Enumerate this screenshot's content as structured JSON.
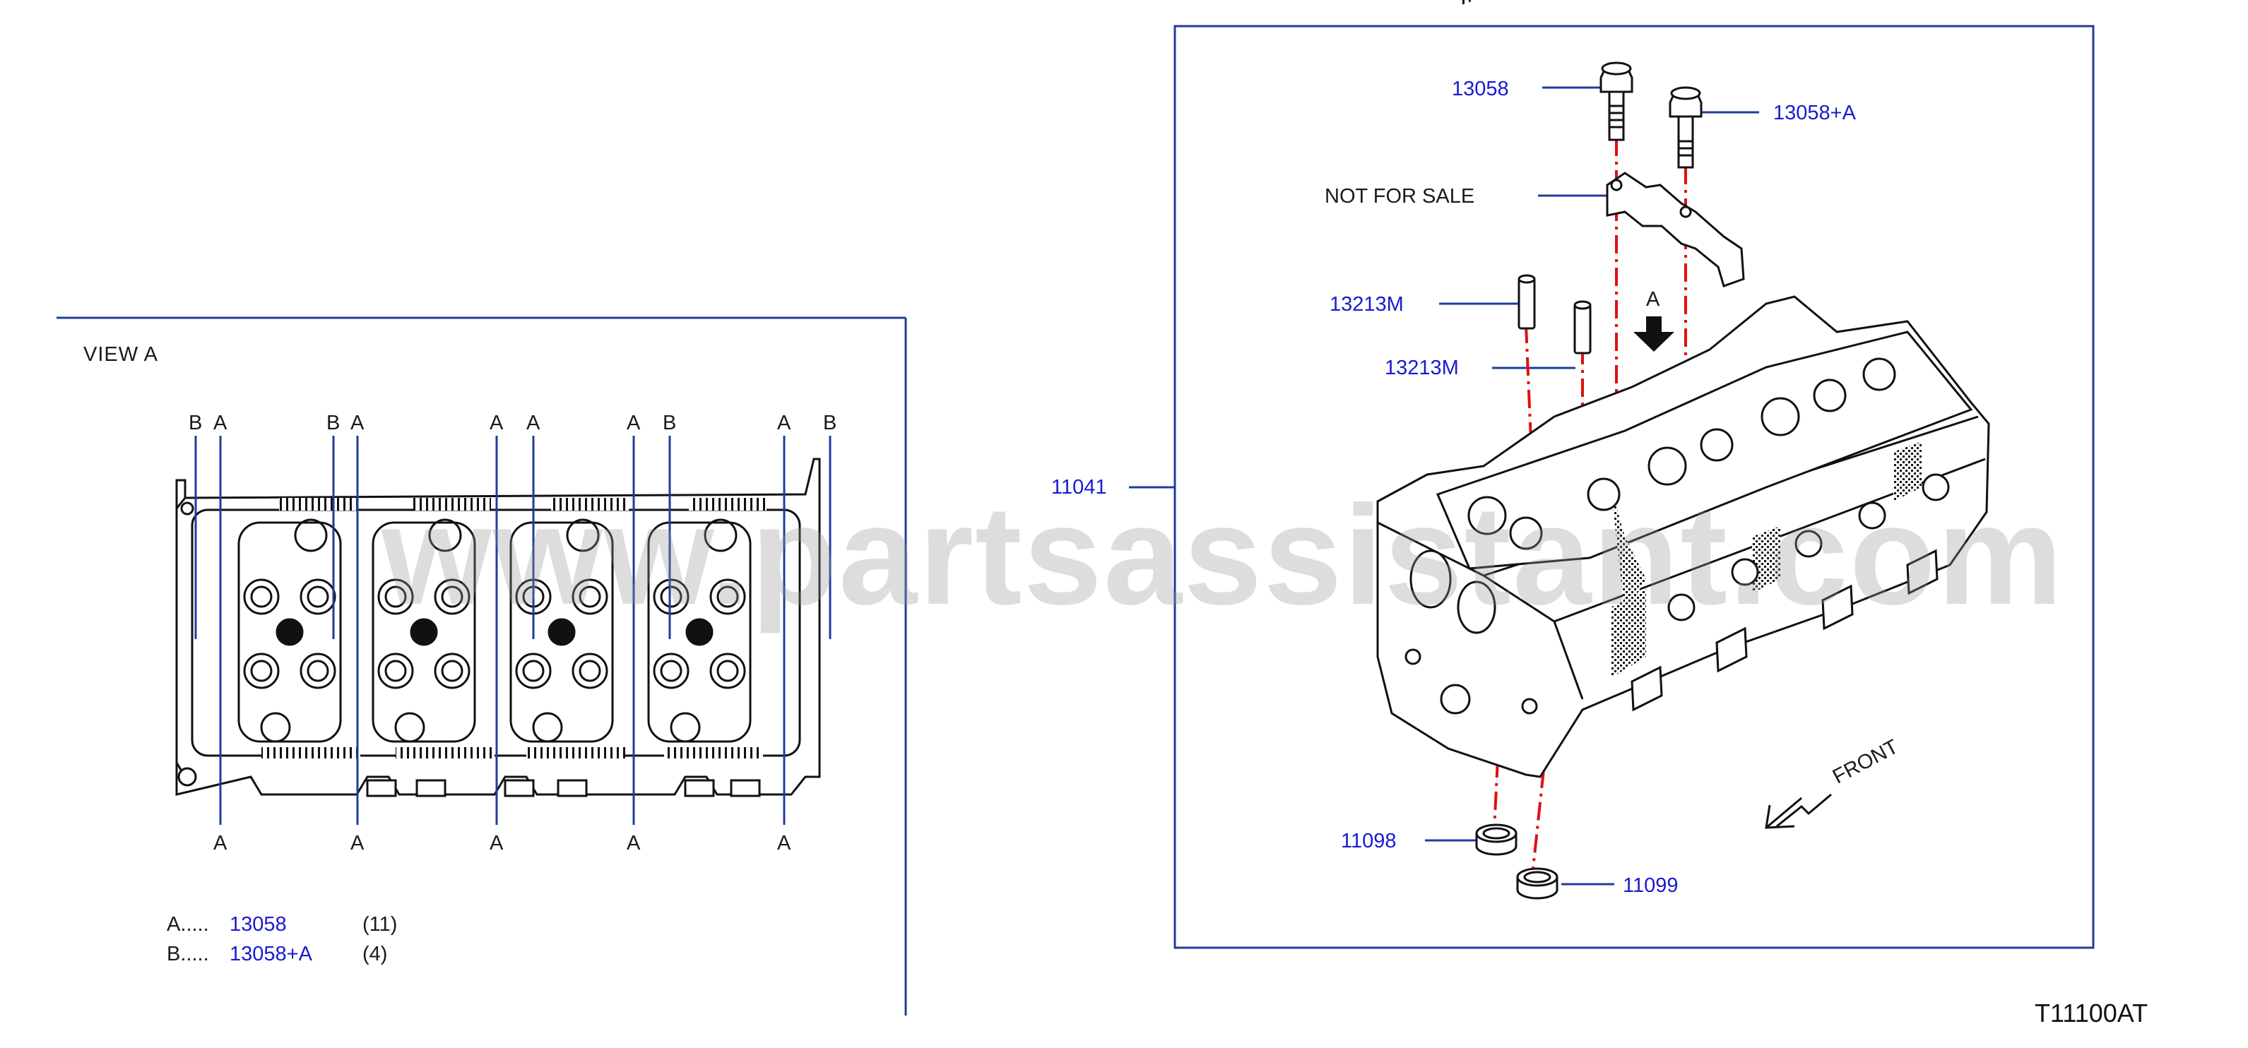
{
  "watermark": "www.partsassistant.com",
  "view_a": {
    "title": "VIEW   A",
    "top_letters": [
      "B",
      "A",
      "B",
      "A",
      "A",
      "A",
      "A",
      "B",
      "A",
      "B"
    ],
    "bottom_letters": [
      "A",
      "A",
      "A",
      "A",
      "A"
    ]
  },
  "legend": [
    {
      "key": "A.....",
      "part": "13058",
      "qty": "(11)"
    },
    {
      "key": "B.....",
      "part": "13058+A",
      "qty": "(4)"
    }
  ],
  "callouts": {
    "bolt_a": "13058",
    "bolt_b": "13058+A",
    "not_for_sale": "NOT   FOR   SALE",
    "dowel_1": "13213M",
    "dowel_2": "13213M",
    "arrow_a": "A",
    "head": "11041",
    "seal_1": "11098",
    "seal_2": "11099",
    "front": "FRONT"
  },
  "reference_code": "T11100AT",
  "colors": {
    "frame": "#1f3c9c",
    "part_number": "#1a1ad0",
    "leader": "#1f3c9c",
    "center_line": "#e01010",
    "drawing": "#111111"
  }
}
